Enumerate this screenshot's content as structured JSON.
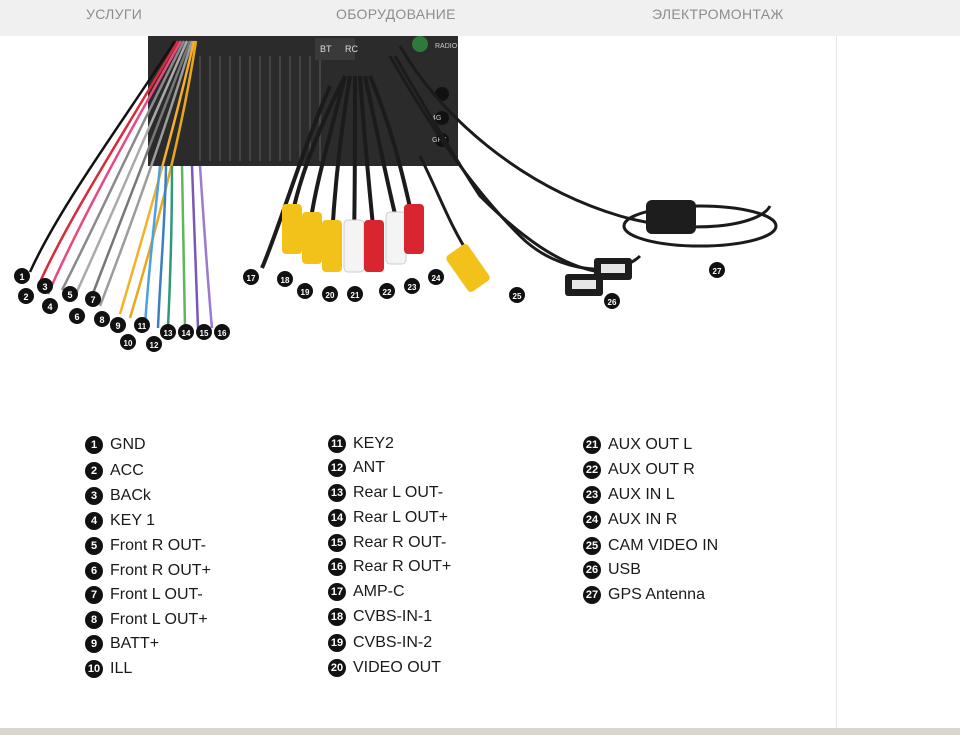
{
  "nav": {
    "items": [
      {
        "label": "УСЛУГИ"
      },
      {
        "label": "ОБОРУДОВАНИЕ"
      },
      {
        "label": "ЭЛЕКТРОМОНТАЖ"
      }
    ]
  },
  "legend": {
    "items": [
      {
        "num": "1",
        "label": "GND"
      },
      {
        "num": "2",
        "label": "ACC"
      },
      {
        "num": "3",
        "label": "BACk"
      },
      {
        "num": "4",
        "label": "KEY 1"
      },
      {
        "num": "5",
        "label": "Front R OUT-"
      },
      {
        "num": "6",
        "label": "Front R OUT+"
      },
      {
        "num": "7",
        "label": "Front L OUT-"
      },
      {
        "num": "8",
        "label": "Front L OUT+"
      },
      {
        "num": "9",
        "label": "BATT+"
      },
      {
        "num": "10",
        "label": "ILL"
      },
      {
        "num": "11",
        "label": "KEY2"
      },
      {
        "num": "12",
        "label": "ANT"
      },
      {
        "num": "13",
        "label": "Rear L OUT-"
      },
      {
        "num": "14",
        "label": "Rear L OUT+"
      },
      {
        "num": "15",
        "label": "Rear R OUT-"
      },
      {
        "num": "16",
        "label": "Rear R OUT+"
      },
      {
        "num": "17",
        "label": "AMP-C"
      },
      {
        "num": "18",
        "label": "CVBS-IN-1"
      },
      {
        "num": "19",
        "label": "CVBS-IN-2"
      },
      {
        "num": "20",
        "label": "VIDEO OUT"
      },
      {
        "num": "21",
        "label": "AUX OUT L"
      },
      {
        "num": "22",
        "label": "AUX OUT R"
      },
      {
        "num": "23",
        "label": "AUX IN L"
      },
      {
        "num": "24",
        "label": "AUX IN R"
      },
      {
        "num": "25",
        "label": "CAM VIDEO IN"
      },
      {
        "num": "26",
        "label": "USB"
      },
      {
        "num": "27",
        "label": "GPS Antenna"
      }
    ]
  },
  "unit": {
    "port_labels": [
      "RC",
      "BT",
      "RADIO",
      "4G",
      "GPS"
    ]
  },
  "colors": {
    "unit_body": "#2b2b2b",
    "rca_yellow": "#f2c21a",
    "rca_white": "#f4f4f4",
    "rca_red": "#d8252f",
    "cable_black": "#1b1b1b"
  }
}
